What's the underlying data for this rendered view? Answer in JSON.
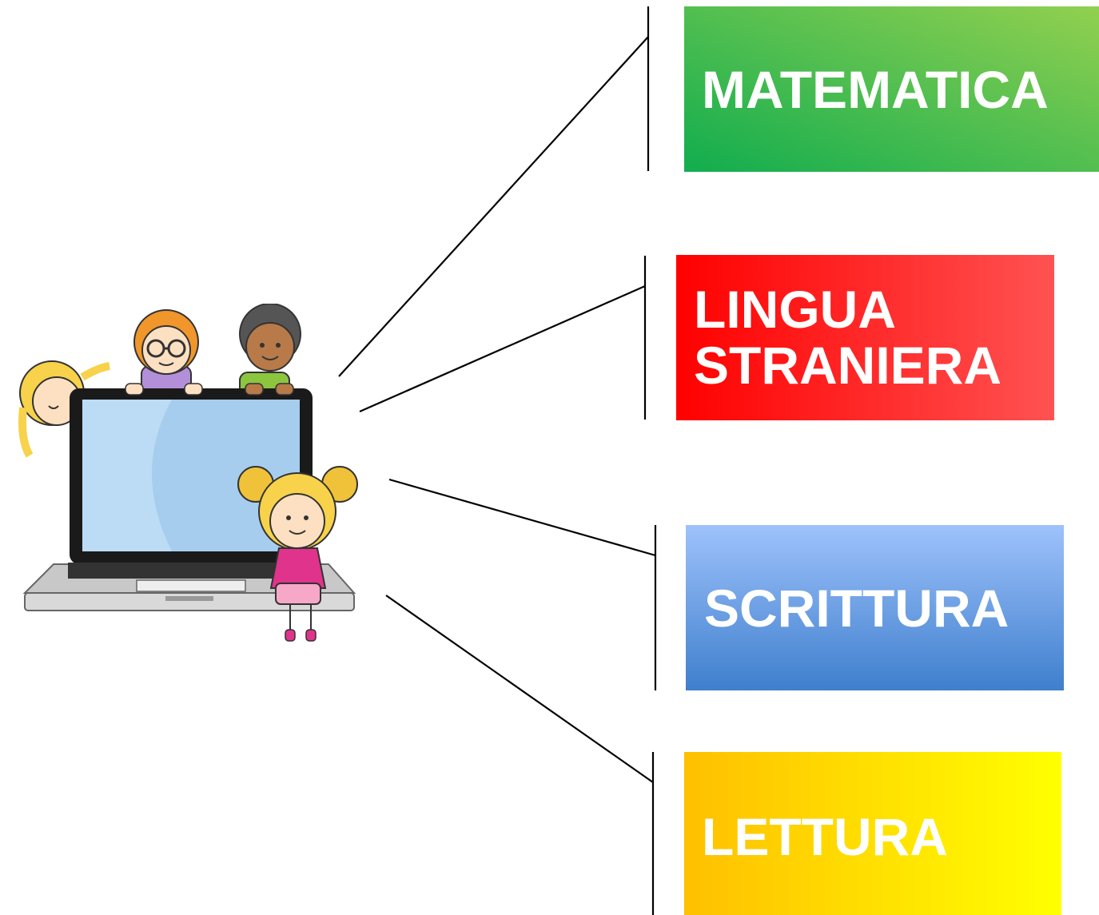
{
  "subjects": [
    {
      "label_lines": [
        "MATEMATICA"
      ],
      "gradient": [
        "#11ad4f",
        "#92d050"
      ]
    },
    {
      "label_lines": [
        "LINGUA",
        "STRANIERA"
      ],
      "gradient": [
        "#ff0000",
        "#ff5252"
      ]
    },
    {
      "label_lines": [
        "SCRITTURA"
      ],
      "gradient": [
        "#9ec2fb",
        "#3f7fcd"
      ]
    },
    {
      "label_lines": [
        "LETTURA"
      ],
      "gradient": [
        "#ffc000",
        "#ffff00"
      ]
    }
  ],
  "colors": {
    "connector": "#000000",
    "background": "#ffffff",
    "laptop_frame": "#1a1a1a",
    "laptop_screen": "#bcdcf5",
    "laptop_body": "#c8c8c8"
  },
  "illustration": {
    "icon": "kids-with-laptop-icon"
  }
}
